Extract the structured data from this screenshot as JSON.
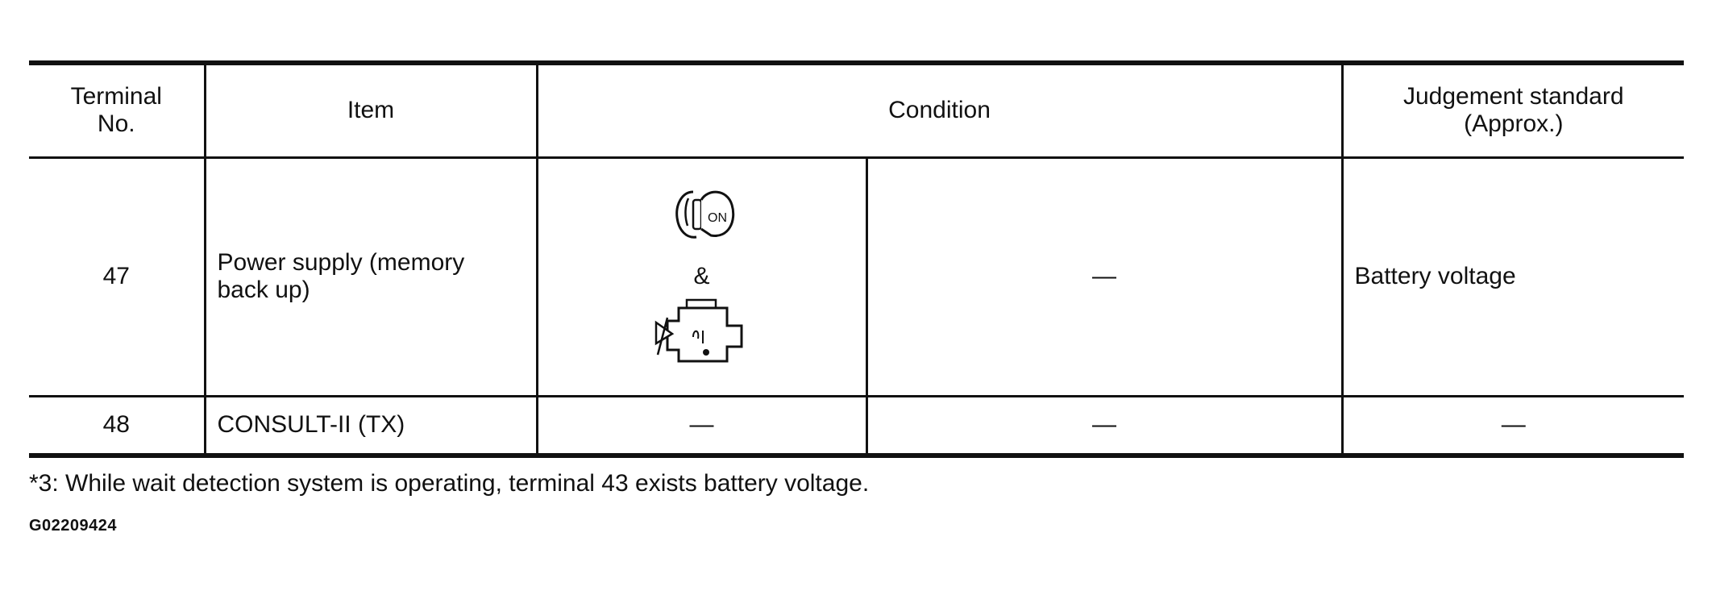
{
  "table": {
    "headers": {
      "terminal_no": "Terminal No.",
      "item": "Item",
      "condition": "Condition",
      "judgement": "Judgement standard (Approx.)"
    },
    "rows": [
      {
        "terminal": "47",
        "item": "Power supply (memory back up)",
        "condition_icons": [
          "ignition-key-on-icon",
          "engine-icon"
        ],
        "condition_icon_text": "ON",
        "condition_joiner": "&",
        "condition_detail": "—",
        "judgement": "Battery voltage"
      },
      {
        "terminal": "48",
        "item": "CONSULT-II (TX)",
        "condition_main": "—",
        "condition_detail": "—",
        "judgement": "—"
      }
    ]
  },
  "footnote": "*3: While wait detection system is operating, terminal 43 exists battery voltage.",
  "figure_code": "G02209424"
}
